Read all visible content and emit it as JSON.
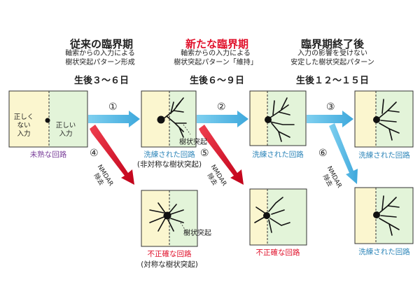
{
  "headers": [
    {
      "title": "従来の臨界期",
      "desc1": "軸索からの入力による",
      "desc2": "樹状突起パターン形成",
      "age": "生後３～６日"
    },
    {
      "title": "新たな臨界期",
      "desc1": "軸索からの入力による",
      "desc2": "樹状突起パターン「維持」",
      "age": "生後６～９日"
    },
    {
      "title": "臨界期終了後",
      "desc1": "入力の影響を受けない",
      "desc2": "安定した樹状突起パターン",
      "age": "生後１２～１５日"
    }
  ],
  "panel1": {
    "left_text": "正しく\nない\n入力",
    "right_text": "正しい\n入力",
    "caption": "未熟な回路"
  },
  "panel2": {
    "caption": "洗練された回路",
    "caption2": "(非対称な樹状突起)",
    "label": "樹状突起"
  },
  "panel3": {
    "caption": "洗練された回路"
  },
  "panel4": {
    "caption": "洗練された回路"
  },
  "panel5": {
    "caption": "不正確な回路",
    "caption2": "(対称な樹状突起)",
    "label": "樹状突起"
  },
  "panel6": {
    "caption": "不正確な回路"
  },
  "panel7": {
    "caption": "洗練された回路"
  },
  "steps": [
    "①",
    "②",
    "③",
    "④",
    "⑤",
    "⑥"
  ],
  "nmdar": "NMDAR\n除去",
  "colors": {
    "left_fill": "#fbf6cf",
    "right_fill": "#e3f4d9",
    "arrow_blue": "#4fb6e4",
    "arrow_red": "#e0102a",
    "title_red": "#e0102a"
  }
}
